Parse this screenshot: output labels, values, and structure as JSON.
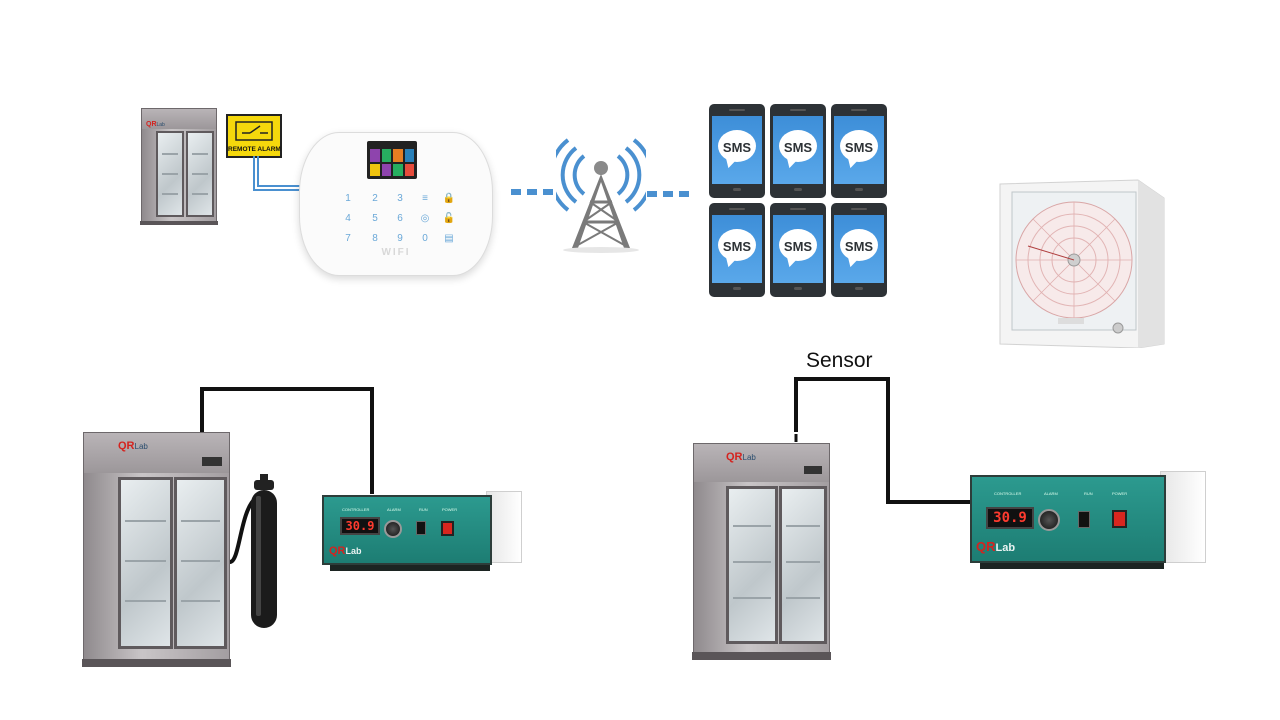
{
  "title": "Refrigerator temperature monitoring and alarm system",
  "remote_alarm": {
    "label": "REMOTE ALARM",
    "accent": "#f5d80c"
  },
  "alarm_keypad": {
    "keys": [
      "1",
      "2",
      "3",
      "≡",
      "🔒",
      "4",
      "5",
      "6",
      "◎",
      "🔓",
      "7",
      "8",
      "9",
      "0",
      "▤"
    ],
    "brand_text": "WIFI"
  },
  "phones": [
    {
      "label": "SMS"
    },
    {
      "label": "SMS"
    },
    {
      "label": "SMS"
    },
    {
      "label": "SMS"
    },
    {
      "label": "SMS"
    },
    {
      "label": "SMS"
    }
  ],
  "connectors": {
    "dot_color": "#4a90d0",
    "wire_color": "#111111"
  },
  "tower": {
    "icon": "cell-tower-icon",
    "wave_color": "#4a90d0"
  },
  "chart_recorder": {
    "icon": "circular-chart-recorder-icon"
  },
  "sensor_label": "Sensor",
  "controllers": [
    {
      "display": "30.9",
      "brand_q": "QR",
      "brand_l": "Lab",
      "labels": [
        "CONTROLLER",
        "ALARM",
        "RUN",
        "POWER"
      ]
    },
    {
      "display": "30.9",
      "brand_q": "QR",
      "brand_l": "Lab",
      "labels": [
        "CONTROLLER",
        "ALARM",
        "RUN",
        "POWER"
      ]
    }
  ],
  "fridge_logo": {
    "q": "QR",
    "l": "Lab"
  },
  "colors": {
    "panel_green": "#2c9a8f",
    "phone_blue": "#3d8ed8",
    "display_red": "#ff3b2f"
  }
}
